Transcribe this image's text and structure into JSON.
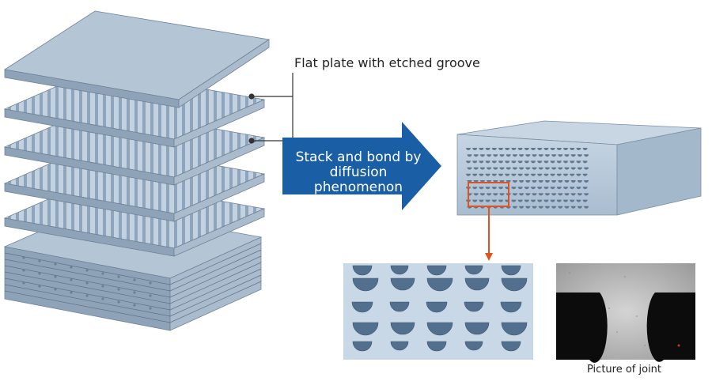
{
  "labels": {
    "plate": "Flat plate with etched groove",
    "arrow_line1": "Stack and bond by",
    "arrow_line2": "diffusion",
    "arrow_line3": "phenomenon",
    "joint": "Picture of joint"
  },
  "colors": {
    "plate_top": "#b4c5d6",
    "plate_front": "#8ea3b8",
    "plate_side": "#a9bbcd",
    "groove": "#9aaec2",
    "arrow": "#1a5ea6",
    "highlight_box": "#e0531e",
    "leader_line": "#333333",
    "micrograph_bg": "#b9b9b9",
    "micrograph_dark": "#0c0c0c"
  },
  "icons": {
    "stack": "exploded-plate-stack",
    "block": "bonded-heat-exchanger-block",
    "closeup": "semicircular-channel-closeup",
    "photo": "joint-micrograph"
  }
}
